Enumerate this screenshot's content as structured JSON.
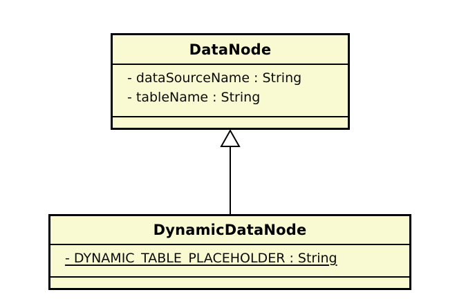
{
  "diagram_type": "uml-class-diagram",
  "colors": {
    "class_fill": "#FAFAD2",
    "border": "#000000",
    "background": "#FFFFFF",
    "arrowhead_fill": "#FFFFFF"
  },
  "classes": [
    {
      "name": "DataNode",
      "attributes": [
        "- dataSourceName : String",
        "- tableName : String"
      ],
      "methods": []
    },
    {
      "name": "DynamicDataNode",
      "attributes": [
        "- DYNAMIC_TABLE_PLACEHOLDER : String"
      ],
      "attribute_styles": [
        "static-underlined"
      ],
      "methods": []
    }
  ],
  "relationships": [
    {
      "type": "generalization",
      "from": "DynamicDataNode",
      "to": "DataNode",
      "arrowhead": "hollow-triangle"
    }
  ]
}
